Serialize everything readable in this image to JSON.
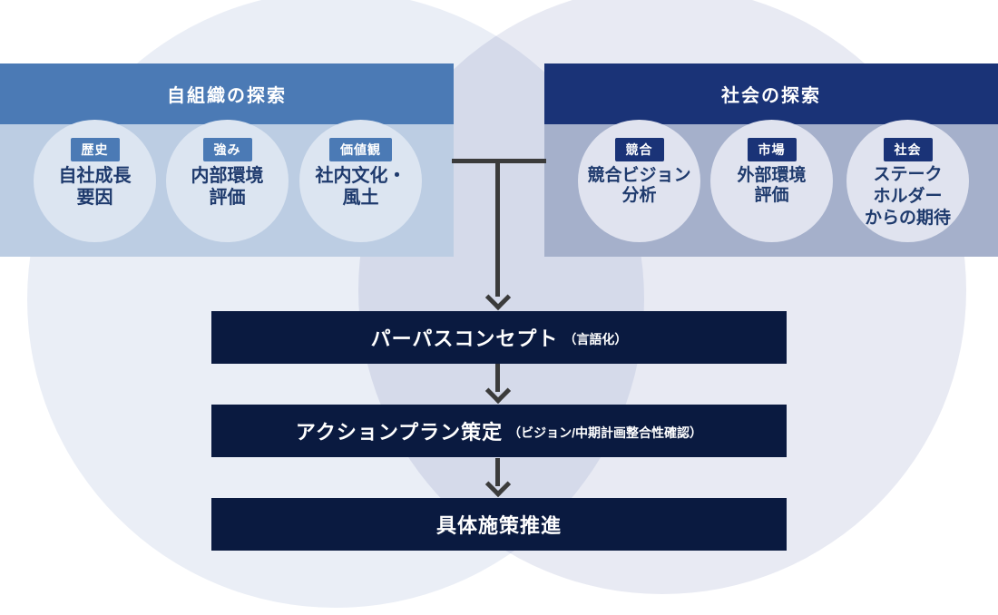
{
  "colors": {
    "left_bg_circle": "#eaeef6",
    "right_bg_circle": "#e8eaf3",
    "org_header": "#4b7ab5",
    "org_body": "#bccde3",
    "org_inner_circle": "#dce5f1",
    "soc_header": "#1a3377",
    "soc_body": "#a5b0cb",
    "soc_inner_circle": "#e0e3ef",
    "flow_box": "#0a1a40",
    "arrow": "#3b3b3b",
    "circle_text": "#1e3a6d"
  },
  "panels": {
    "org": {
      "title": "自組織の探索",
      "items": [
        {
          "tag": "歴史",
          "lines": [
            "自社成長",
            "要因"
          ]
        },
        {
          "tag": "強み",
          "lines": [
            "内部環境",
            "評価"
          ]
        },
        {
          "tag": "価値観",
          "lines": [
            "社内文化・",
            "風土"
          ]
        }
      ]
    },
    "soc": {
      "title": "社会の探索",
      "items": [
        {
          "tag": "競合",
          "lines": [
            "競合ビジョン",
            "分析"
          ]
        },
        {
          "tag": "市場",
          "lines": [
            "外部環境",
            "評価"
          ]
        },
        {
          "tag": "社会",
          "lines": [
            "ステーク",
            "ホルダー",
            "からの期待"
          ]
        }
      ]
    }
  },
  "flow": [
    {
      "label": "パーパスコンセプト",
      "note": "（言語化）"
    },
    {
      "label": "アクションプラン策定",
      "note": "（ビジョン/中期計画整合性確認）"
    },
    {
      "label": "具体施策推進",
      "note": ""
    }
  ]
}
